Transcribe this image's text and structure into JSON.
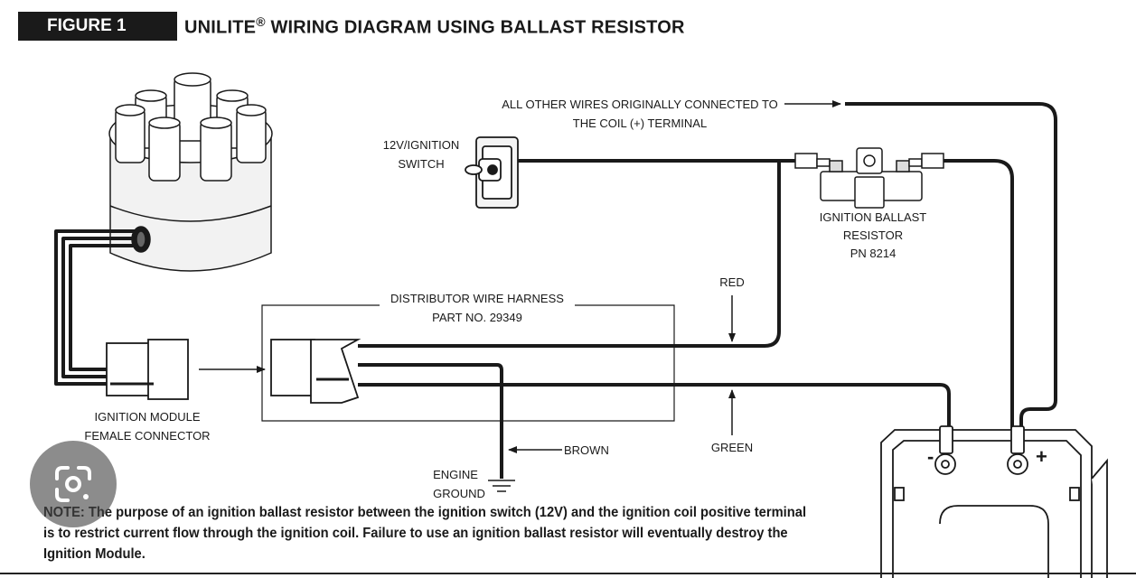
{
  "header": {
    "figure_label": "FIGURE 1",
    "title_prefix": "UNILITE",
    "title_reg": "®",
    "title_suffix": " WIRING DIAGRAM USING BALLAST RESISTOR"
  },
  "labels": {
    "other_wires_line1": "ALL OTHER WIRES ORIGINALLY CONNECTED TO",
    "other_wires_line2": "THE COIL (+) TERMINAL",
    "switch_line1": "12V/IGNITION",
    "switch_line2": "SWITCH",
    "ballast_line1": "IGNITION BALLAST",
    "ballast_line2": "RESISTOR",
    "ballast_line3": "PN 8214",
    "harness_line1": "DISTRIBUTOR WIRE HARNESS",
    "harness_line2": "PART NO. 29349",
    "red": "RED",
    "green": "GREEN",
    "brown": "BROWN",
    "module_line1": "IGNITION MODULE",
    "module_line2": "FEMALE CONNECTOR",
    "ground_line1": "ENGINE",
    "ground_line2": "GROUND",
    "coil_minus": "-",
    "coil_plus": "+"
  },
  "note": "NOTE: The purpose of an ignition ballast resistor between the ignition switch (12V) and the ignition coil positive terminal is to restrict current flow through the ignition coil. Failure to use an ignition ballast resistor will eventually destroy the Ignition Module.",
  "icons": {
    "lens": "google-lens-icon"
  }
}
